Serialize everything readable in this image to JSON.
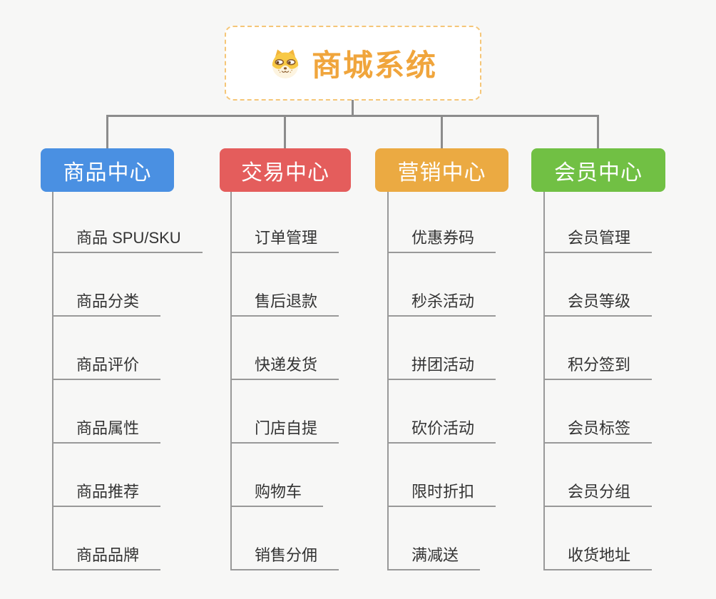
{
  "root": {
    "title": "商城系统",
    "icon": "dog-face-icon",
    "title_color": "#f0a53c",
    "border_color": "#f5c678"
  },
  "connectors": {
    "color": "#8c8c8c",
    "item_line_color": "#999999"
  },
  "branches": [
    {
      "id": "product",
      "label": "商品中心",
      "color": "#4a90e2",
      "items": [
        "商品 SPU/SKU",
        "商品分类",
        "商品评价",
        "商品属性",
        "商品推荐",
        "商品品牌"
      ]
    },
    {
      "id": "trade",
      "label": "交易中心",
      "color": "#e45d5c",
      "items": [
        "订单管理",
        "售后退款",
        "快递发货",
        "门店自提",
        "购物车",
        "销售分佣"
      ]
    },
    {
      "id": "marketing",
      "label": "营销中心",
      "color": "#ebaa42",
      "items": [
        "优惠券码",
        "秒杀活动",
        "拼团活动",
        "砍价活动",
        "限时折扣",
        "满减送"
      ]
    },
    {
      "id": "member",
      "label": "会员中心",
      "color": "#71c044",
      "items": [
        "会员管理",
        "会员等级",
        "积分签到",
        "会员标签",
        "会员分组",
        "收货地址"
      ]
    }
  ]
}
